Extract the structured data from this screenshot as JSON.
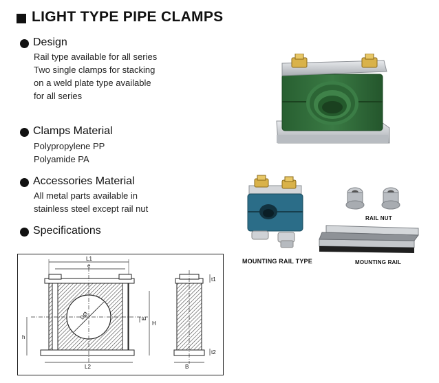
{
  "title": "LIGHT TYPE PIPE CLAMPS",
  "sections": [
    {
      "heading": "Design",
      "lines": [
        "Rail type available for all series",
        "Two single clamps for stacking",
        "on a weld plate type available",
        "for all series"
      ]
    },
    {
      "heading": "Clamps Material",
      "lines": [
        "Polypropylene PP",
        "Polyamide PA"
      ]
    },
    {
      "heading": "Accessories Material",
      "lines": [
        "All metal parts available in",
        "stainless steel except rail nut"
      ]
    },
    {
      "heading": "Specifications",
      "lines": []
    }
  ],
  "captions": {
    "mounting_rail_type": "MOUNTING RAIL TYPE",
    "rail_nut": "RAIL NUT",
    "mounting_rail": "MOUNTING RAIL"
  },
  "drawing_labels": {
    "L1": "L1",
    "e": "e",
    "D": "DØ",
    "E": "E",
    "H": "H",
    "h": "h",
    "L2": "L2",
    "t1": "t1",
    "t2": "t2",
    "B": "B"
  },
  "colors": {
    "clamp_green": "#2f6b38",
    "clamp_green_dark": "#1d4a25",
    "metal": "#c9ccd0",
    "brass": "#d9b24a",
    "blue_clamp": "#2b6d88"
  }
}
